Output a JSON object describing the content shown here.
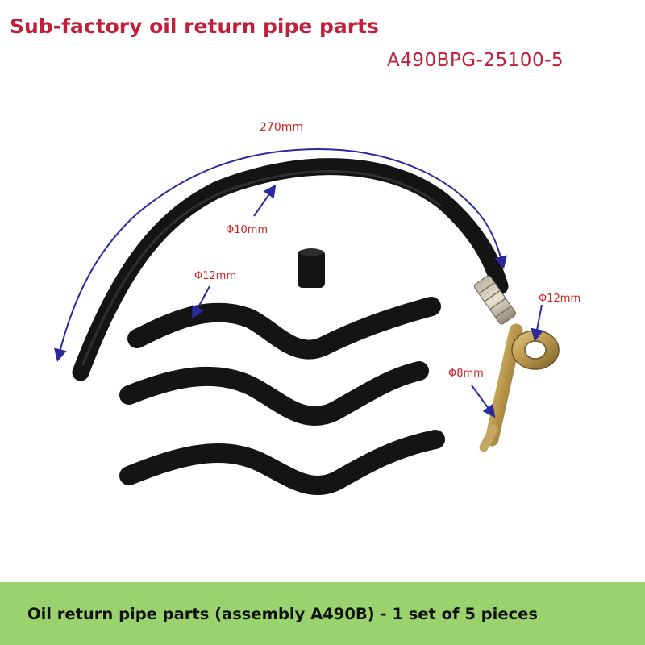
{
  "title": "Sub-factory oil return pipe parts",
  "part_number": "A490BPG-25100-5",
  "labels": {
    "length": "270mm",
    "dia_long_hose": "Φ10mm",
    "dia_short_hose": "Φ12mm",
    "dia_fitting_ring": "Φ12mm",
    "dia_fitting_tip": "Φ8mm"
  },
  "footer": "Oil return pipe parts (assembly A490B) - 1 set of 5 pieces",
  "colors": {
    "accent_red": "#c0203a",
    "label_red": "#d02020",
    "arrow_blue": "#2a2a9c",
    "hose_black": "#141414",
    "footer_green": "#9ad36d"
  }
}
